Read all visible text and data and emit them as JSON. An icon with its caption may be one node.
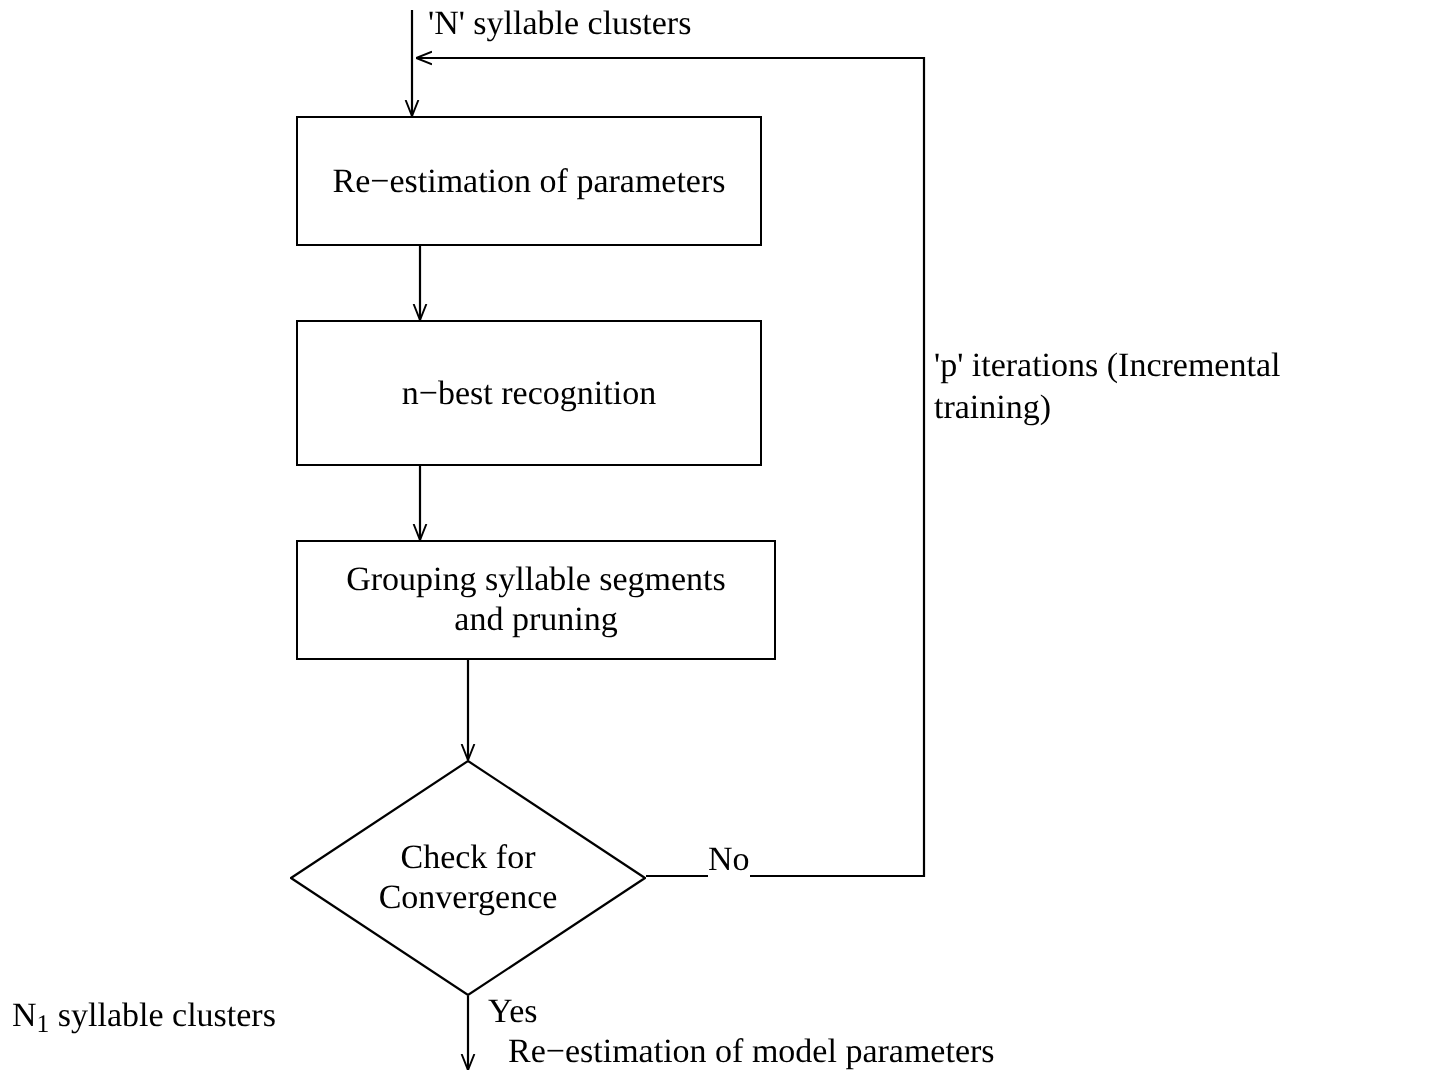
{
  "diagram": {
    "nodes": [
      {
        "text": [
          "Re−estimation of parameters"
        ]
      },
      {
        "text": [
          "n−best recognition"
        ]
      },
      {
        "text": [
          "Grouping syllable segments and pruning"
        ]
      },
      {
        "text": [
          "Check for Convergence"
        ]
      }
    ],
    "edges": [
      {
        "from": null,
        "to": 0,
        "arrow": "to",
        "label": "'N' syllable clusters"
      },
      {
        "from": 0,
        "to": 1,
        "arrow": "to"
      },
      {
        "from": 1,
        "to": 2,
        "arrow": "to"
      },
      {
        "from": 2,
        "to": 3,
        "arrow": "to"
      },
      {
        "from": 3,
        "to": 0,
        "arrow": "to",
        "label": "No"
      },
      {
        "from": 3,
        "to": null,
        "arrow": "to",
        "label": "Yes"
      }
    ],
    "labels": [
      "'p' iterations (Incremental training)",
      "N$_{1}$ syllable clusters",
      "Re−estimation of model parameters"
    ]
  }
}
